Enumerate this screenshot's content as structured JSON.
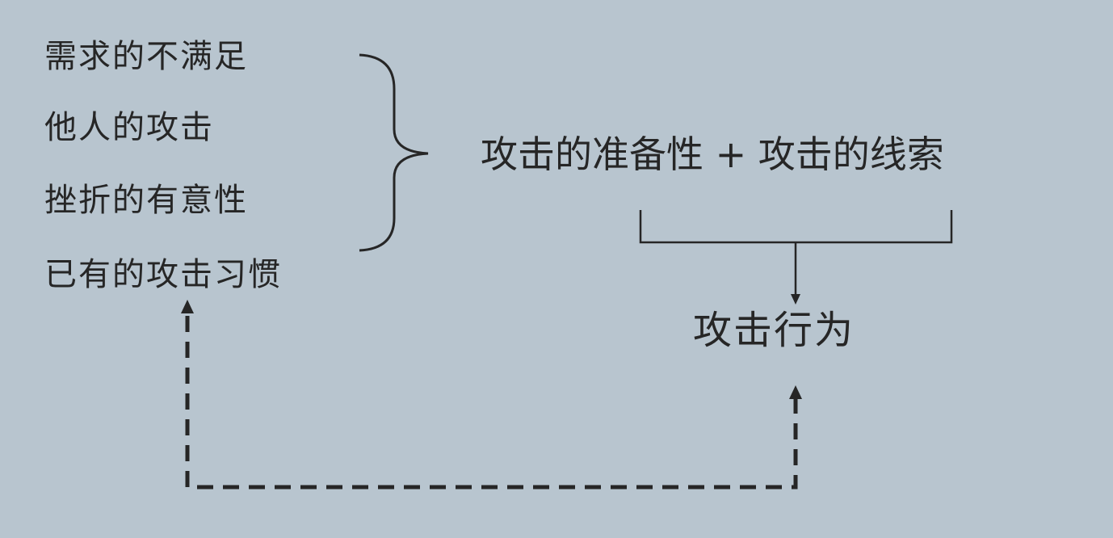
{
  "causes": [
    "需求的不满足",
    "他人的攻击",
    "挫折的有意性",
    "已有的攻击习惯"
  ],
  "mediators": {
    "readiness": "攻击的准备性",
    "plus": "+",
    "cues": "攻击的线索"
  },
  "outcome": "攻击行为",
  "colors": {
    "background": "#b8c5cf",
    "ink": "#262626"
  }
}
